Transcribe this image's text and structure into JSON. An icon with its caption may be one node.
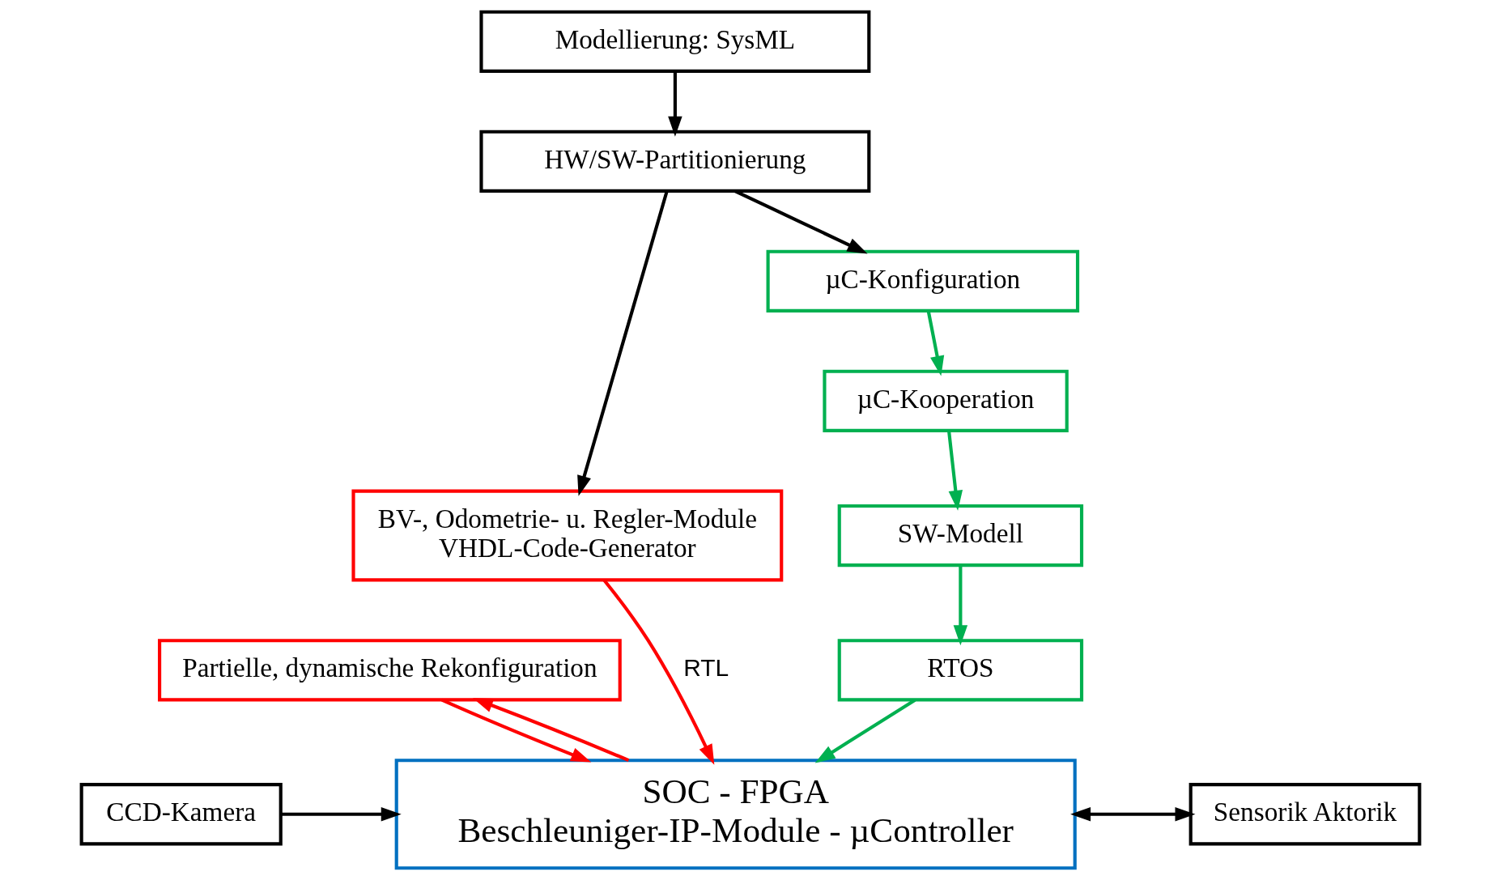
{
  "diagram": {
    "nodes": [
      {
        "text": [
          "Modellierung: SysML"
        ]
      },
      {
        "text": [
          "HW/SW-Partitionierung"
        ]
      },
      {
        "text": [
          "BV-, Odometrie- u. Regler-Module",
          "VHDL-Code-Generator"
        ]
      },
      {
        "text": [
          "µC-Konfiguration"
        ]
      },
      {
        "text": [
          "µC-Kooperation"
        ]
      },
      {
        "text": [
          "SW-Modell"
        ]
      },
      {
        "text": [
          "RTOS"
        ]
      },
      {
        "text": [
          "Partielle, dynamische Rekonfiguration"
        ]
      },
      {
        "text": [
          "CCD-Kamera"
        ]
      },
      {
        "text": [
          "SOC - FPGA",
          "Beschleuniger-IP-Module - µController"
        ]
      },
      {
        "text": [
          "Sensorik Aktorik"
        ]
      }
    ],
    "edges": [
      {
        "from": 0,
        "to": 1,
        "arrow": "to"
      },
      {
        "from": 1,
        "to": 2,
        "arrow": "to"
      },
      {
        "from": 1,
        "to": 3,
        "arrow": "to"
      },
      {
        "from": 3,
        "to": 4,
        "arrow": "to",
        "color": "#00b050"
      },
      {
        "from": 4,
        "to": 5,
        "arrow": "to",
        "color": "#00b050"
      },
      {
        "from": 5,
        "to": 6,
        "arrow": "to",
        "color": "#00b050"
      },
      {
        "from": 2,
        "to": 9,
        "arrow": "to",
        "label": "RTL",
        "color": "#ff0000"
      },
      {
        "from": 7,
        "to": 9,
        "arrow": "to",
        "color": "#ff0000"
      },
      {
        "from": 9,
        "to": 7,
        "arrow": "to",
        "color": "#ff0000"
      },
      {
        "from": 6,
        "to": 9,
        "arrow": "to",
        "color": "#00b050"
      },
      {
        "from": 8,
        "to": 9,
        "arrow": "to"
      },
      {
        "from": 9,
        "to": 10,
        "arrow": "both"
      }
    ]
  }
}
